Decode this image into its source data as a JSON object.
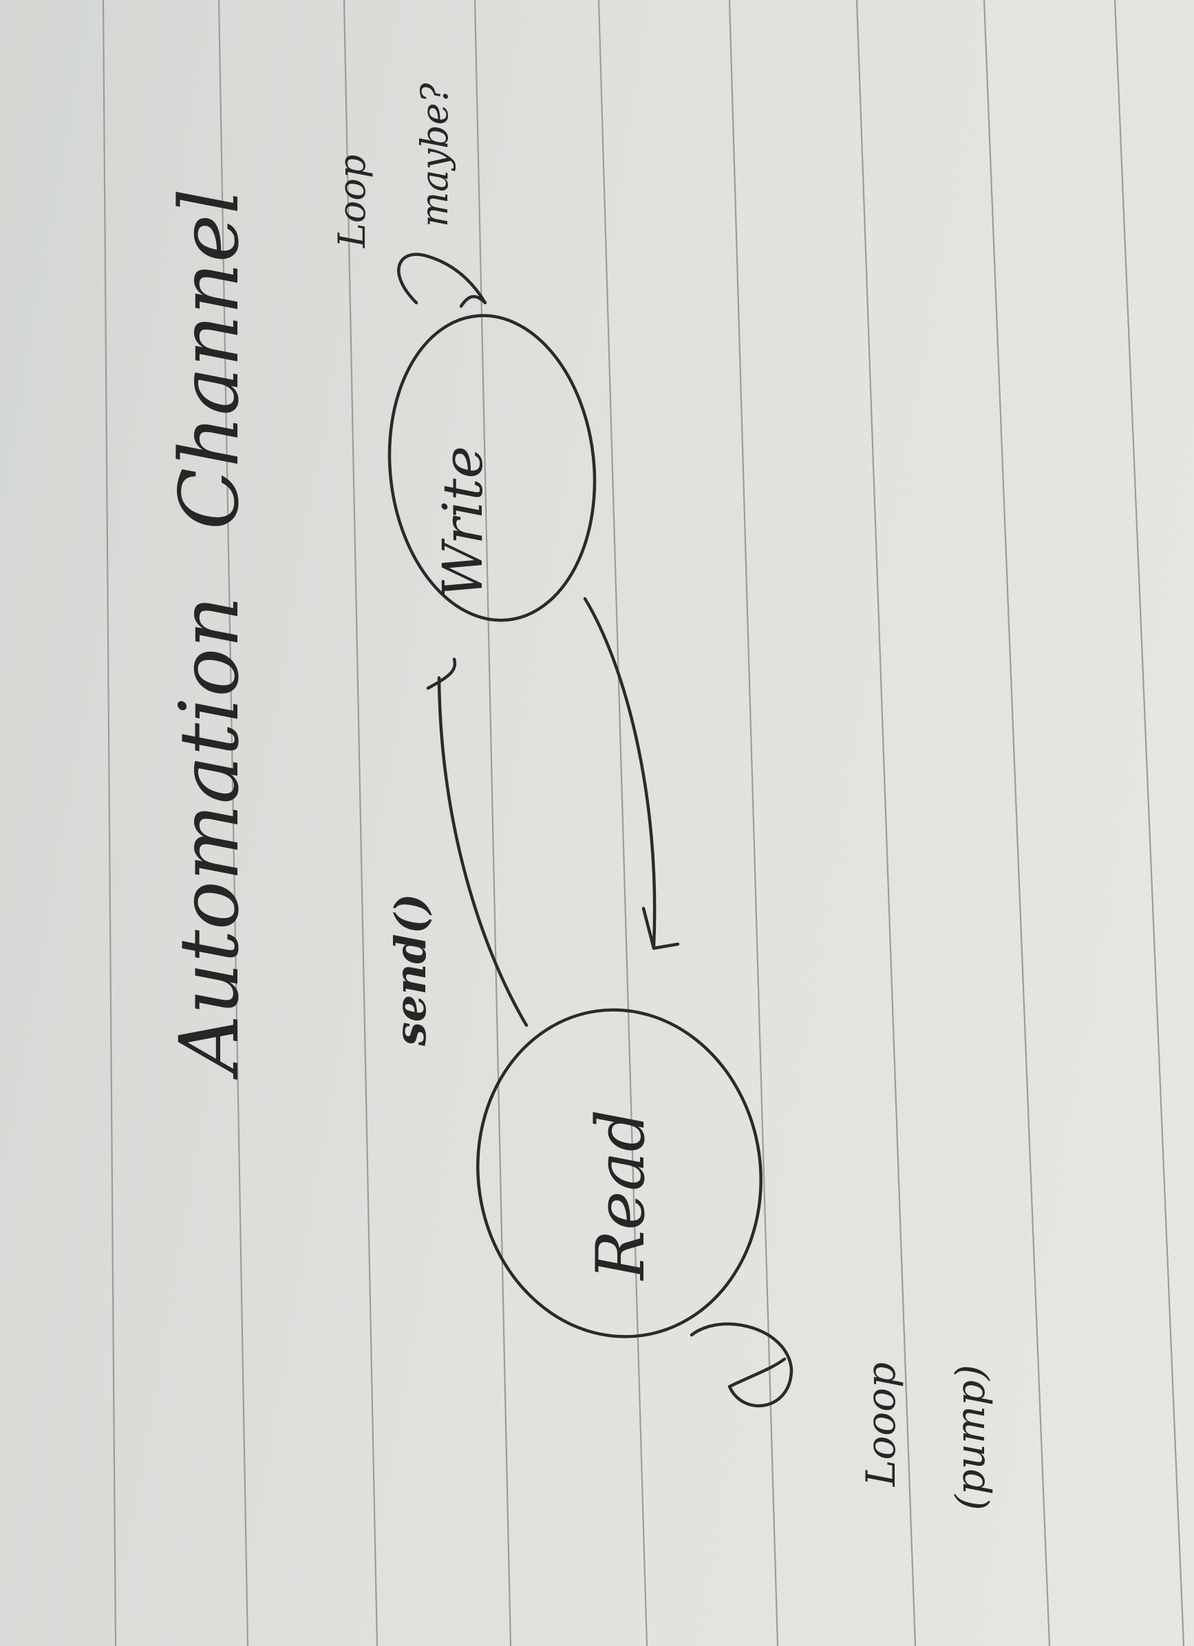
{
  "note": {
    "title_word_1": "Automation",
    "title_word_2": "Channel",
    "nodes": {
      "read": "Read",
      "write": "Write"
    },
    "edges": {
      "read_to_write": "send()",
      "read_self_loop_line1": "Looop",
      "read_self_loop_line2": "(pump)",
      "write_self_loop_line1": "Loop",
      "write_self_loop_line2": "maybe?"
    }
  },
  "colors": {
    "ink": "#2a2a2a",
    "paper": "#dfe1dd",
    "rule": "#9a9d99"
  }
}
